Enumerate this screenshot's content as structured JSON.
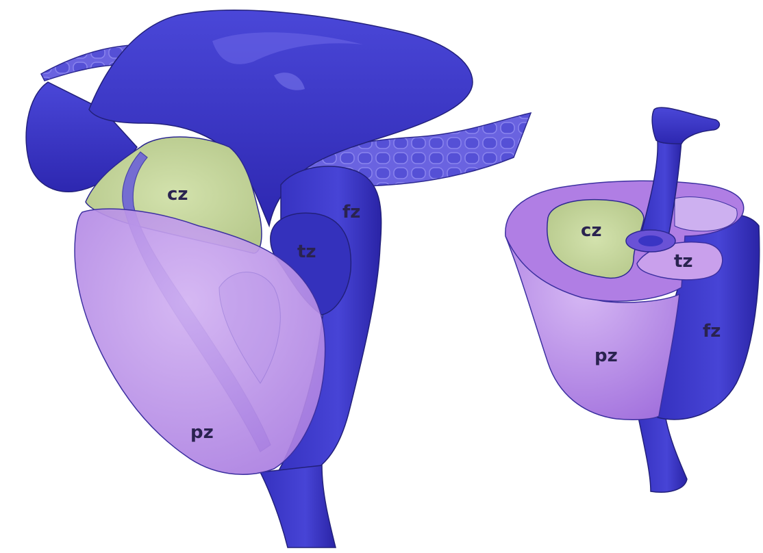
{
  "left_view": {
    "labels": {
      "cz": "cz",
      "tz": "tz",
      "fz": "fz",
      "pz": "pz"
    }
  },
  "right_view": {
    "labels": {
      "cz": "cz",
      "tz": "tz",
      "fz": "fz",
      "pz": "pz"
    }
  },
  "colors": {
    "bladder_blue": "#3a35c4",
    "bladder_dark": "#2b24a8",
    "central_zone": "#c9d9a0",
    "peripheral_zone": "#b58ae6",
    "transition_zone": "#c79ae8",
    "fibromuscular_zone": "#3d3ac8",
    "label_text": "#2a2350"
  }
}
